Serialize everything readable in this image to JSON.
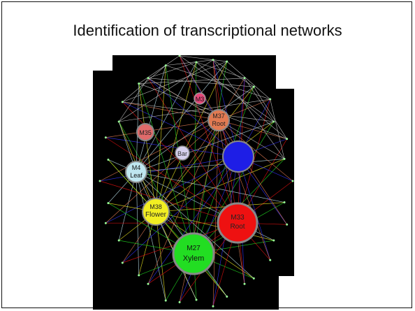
{
  "slide": {
    "title": "Identification of transcriptional networks"
  },
  "network": {
    "background": "#000000",
    "nodes": [
      {
        "id": "M27",
        "line1": "M27",
        "line2": "Xylem",
        "color": "#22dd22"
      },
      {
        "id": "M33",
        "line1": "M33",
        "line2": "Root",
        "color": "#ee1111"
      },
      {
        "id": "M38",
        "line1": "M38",
        "line2": "Flower",
        "color": "#f2ee22"
      },
      {
        "id": "M4",
        "line1": "M4",
        "line2": "Leaf",
        "color": "#bfe6f0"
      },
      {
        "id": "M37",
        "line1": "M37",
        "line2": "Root",
        "color": "#e27a52"
      },
      {
        "id": "M35",
        "line1": "M35",
        "line2": "",
        "color": "#e06a6a"
      },
      {
        "id": "Bark",
        "line1": "",
        "line2": "Bar",
        "color": "#d6d0ee"
      },
      {
        "id": "Blue",
        "line1": "",
        "line2": "",
        "color": "#1e1ee6"
      },
      {
        "id": "M3",
        "line1": "M3",
        "line2": "",
        "color": "#e5487a"
      }
    ]
  }
}
